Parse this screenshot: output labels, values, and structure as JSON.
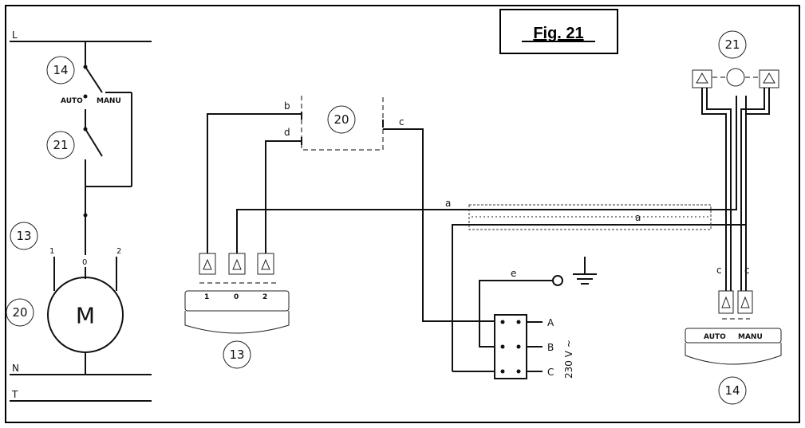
{
  "figure_title": "Fig. 21",
  "rail_labels": {
    "line": "L",
    "neutral": "N",
    "earth": "T"
  },
  "component_numbers": {
    "switch_auto_manu": "14",
    "thermostat": "21",
    "motor_connector": "13",
    "motor": "20"
  },
  "switch_labels": {
    "auto": "AUTO",
    "manu": "MANU"
  },
  "motor_terminals": [
    "1",
    "0",
    "2"
  ],
  "motor_symbol": "M",
  "wire_labels": {
    "a": "a",
    "b": "b",
    "c": "c",
    "d": "d",
    "e": "e"
  },
  "terminal_block": {
    "terminals": [
      "A",
      "B",
      "C"
    ],
    "voltage": "230 V ~"
  },
  "colors": {
    "line": "#111111",
    "background": "#ffffff"
  }
}
